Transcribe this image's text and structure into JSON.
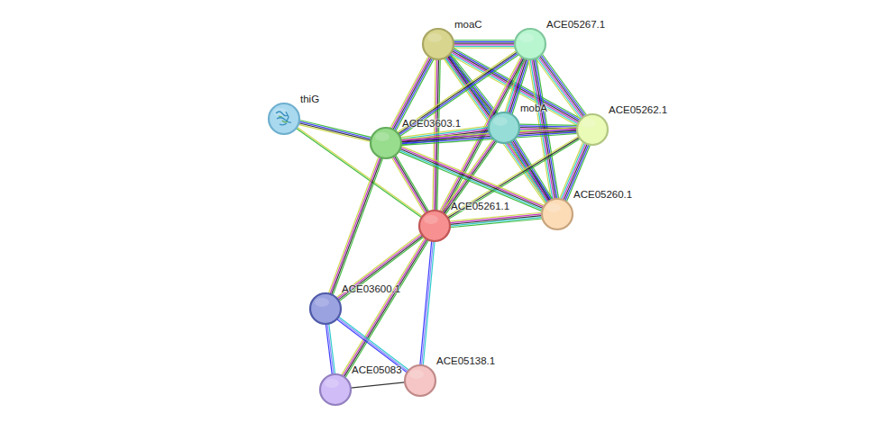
{
  "diagram": {
    "nodes": [
      {
        "text": [
          "moaC"
        ]
      },
      {
        "text": [
          "ACE05267.1"
        ]
      },
      {
        "text": [
          "thiG"
        ]
      },
      {
        "text": [
          "mobA"
        ]
      },
      {
        "text": [
          "ACE05262.1"
        ]
      },
      {
        "text": [
          "ACE03603.1"
        ]
      },
      {
        "text": [
          "ACE05260.1"
        ]
      },
      {
        "text": [
          "ACE05261.1"
        ]
      },
      {
        "text": [
          "ACE03600.1"
        ]
      },
      {
        "text": [
          "ACE05138.1"
        ]
      },
      {
        "text": [
          "ACE05083"
        ]
      }
    ],
    "edges": [
      {
        "from": 2,
        "to": 5,
        "arrow": "none"
      },
      {
        "from": 2,
        "to": 7,
        "arrow": "none"
      },
      {
        "from": 0,
        "to": 1,
        "arrow": "none"
      },
      {
        "from": 0,
        "to": 3,
        "arrow": "none"
      },
      {
        "from": 0,
        "to": 4,
        "arrow": "none"
      },
      {
        "from": 0,
        "to": 6,
        "arrow": "none"
      },
      {
        "from": 0,
        "to": 5,
        "arrow": "none"
      },
      {
        "from": 0,
        "to": 7,
        "arrow": "none"
      },
      {
        "from": 1,
        "to": 3,
        "arrow": "none"
      },
      {
        "from": 1,
        "to": 4,
        "arrow": "none"
      },
      {
        "from": 1,
        "to": 6,
        "arrow": "none"
      },
      {
        "from": 1,
        "to": 5,
        "arrow": "none"
      },
      {
        "from": 1,
        "to": 7,
        "arrow": "none"
      },
      {
        "from": 3,
        "to": 4,
        "arrow": "none"
      },
      {
        "from": 3,
        "to": 6,
        "arrow": "none"
      },
      {
        "from": 3,
        "to": 5,
        "arrow": "none"
      },
      {
        "from": 3,
        "to": 7,
        "arrow": "none"
      },
      {
        "from": 4,
        "to": 6,
        "arrow": "none"
      },
      {
        "from": 4,
        "to": 5,
        "arrow": "none"
      },
      {
        "from": 4,
        "to": 7,
        "arrow": "none"
      },
      {
        "from": 6,
        "to": 5,
        "arrow": "none"
      },
      {
        "from": 6,
        "to": 7,
        "arrow": "none"
      },
      {
        "from": 5,
        "to": 7,
        "arrow": "none"
      },
      {
        "from": 5,
        "to": 8,
        "arrow": "none"
      },
      {
        "from": 7,
        "to": 8,
        "arrow": "none"
      },
      {
        "from": 7,
        "to": 10,
        "arrow": "none"
      },
      {
        "from": 7,
        "to": 9,
        "arrow": "none"
      },
      {
        "from": 8,
        "to": 10,
        "arrow": "none"
      },
      {
        "from": 8,
        "to": 9,
        "arrow": "none"
      },
      {
        "from": 10,
        "to": 9,
        "arrow": "none"
      }
    ]
  }
}
